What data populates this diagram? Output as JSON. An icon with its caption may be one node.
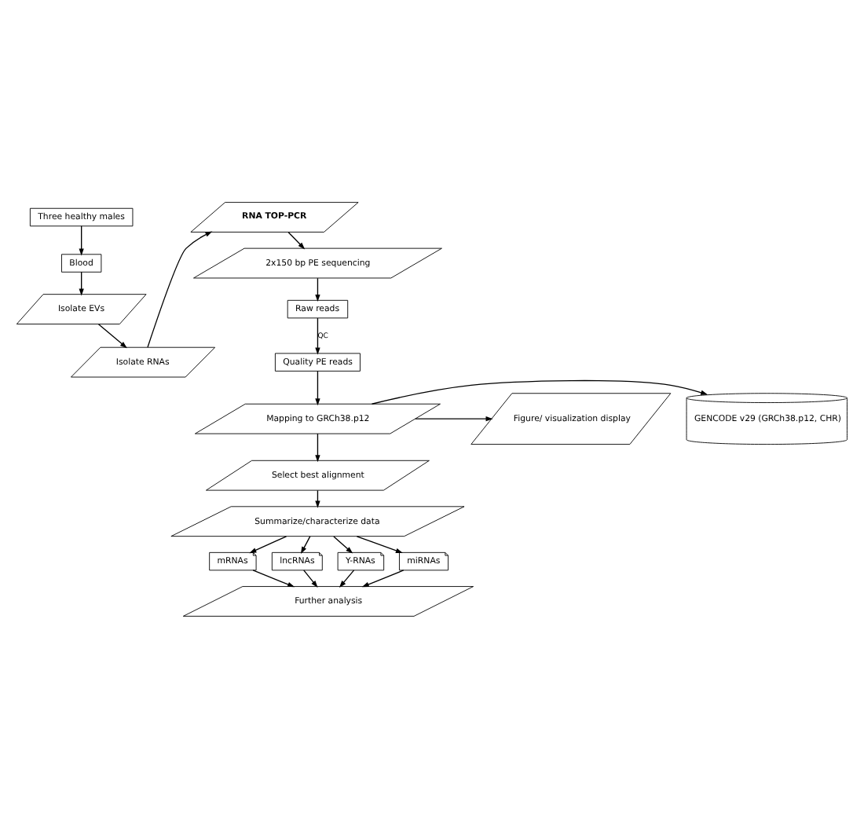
{
  "diagram": {
    "nodes": [
      {
        "text": [
          "Three healthy males"
        ]
      },
      {
        "text": [
          "Blood"
        ]
      },
      {
        "text": [
          "Isolate EVs"
        ]
      },
      {
        "text": [
          "Isolate RNAs"
        ]
      },
      {
        "text": [
          "RNA TOP-PCR"
        ]
      },
      {
        "text": [
          "2x150 bp PE sequencing"
        ]
      },
      {
        "text": [
          "Raw reads"
        ]
      },
      {
        "text": [
          "Quality PE reads"
        ]
      },
      {
        "text": [
          "GENCODE v29 (GRCh38.p12, CHR)"
        ]
      },
      {
        "text": [
          "Mapping to GRCh38.p12"
        ]
      },
      {
        "text": [
          "Figure/ visualization display"
        ]
      },
      {
        "text": [
          "Select best alignment"
        ]
      },
      {
        "text": [
          "Summarize/characterize data"
        ]
      },
      {
        "text": [
          "mRNAs"
        ]
      },
      {
        "text": [
          "lncRNAs"
        ]
      },
      {
        "text": [
          "Y-RNAs"
        ]
      },
      {
        "text": [
          "miRNAs"
        ]
      },
      {
        "text": [
          "Further analysis"
        ]
      }
    ],
    "edges": [
      {
        "from": 0,
        "to": 1,
        "arrow": "to"
      },
      {
        "from": 1,
        "to": 2,
        "arrow": "to"
      },
      {
        "from": 2,
        "to": 3,
        "arrow": "to"
      },
      {
        "from": 3,
        "to": 4,
        "arrow": "to"
      },
      {
        "from": 4,
        "to": 5,
        "arrow": "to"
      },
      {
        "from": 5,
        "to": 6,
        "arrow": "to"
      },
      {
        "from": 6,
        "to": 7,
        "arrow": "to",
        "label": "QC"
      },
      {
        "from": 7,
        "to": 9,
        "arrow": "to"
      },
      {
        "from": 9,
        "to": 8,
        "arrow": "to"
      },
      {
        "from": 9,
        "to": 10,
        "arrow": "to"
      },
      {
        "from": 9,
        "to": 11,
        "arrow": "to"
      },
      {
        "from": 11,
        "to": 12,
        "arrow": "to"
      },
      {
        "from": 12,
        "to": 13,
        "arrow": "to"
      },
      {
        "from": 12,
        "to": 14,
        "arrow": "to"
      },
      {
        "from": 12,
        "to": 15,
        "arrow": "to"
      },
      {
        "from": 12,
        "to": 16,
        "arrow": "to"
      },
      {
        "from": 13,
        "to": 17,
        "arrow": "to"
      },
      {
        "from": 14,
        "to": 17,
        "arrow": "to"
      },
      {
        "from": 15,
        "to": 17,
        "arrow": "to"
      },
      {
        "from": 16,
        "to": 17,
        "arrow": "to"
      }
    ]
  }
}
